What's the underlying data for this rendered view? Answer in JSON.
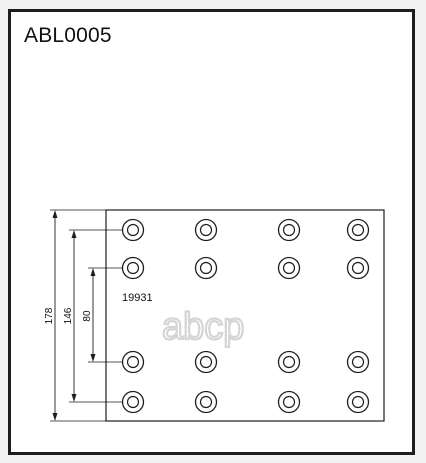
{
  "part_code": "ABL0005",
  "serial_number": "19931",
  "dimensions": {
    "overall_height": "178",
    "outer_rivet_span": "146",
    "inner_rivet_span": "80"
  },
  "watermark_text": "abcp",
  "hole_grid": {
    "columns": 4,
    "rows": 4
  },
  "colors": {
    "line": "#1e1e1e",
    "watermark": "#d5d5d5",
    "background": "#ffffff"
  }
}
